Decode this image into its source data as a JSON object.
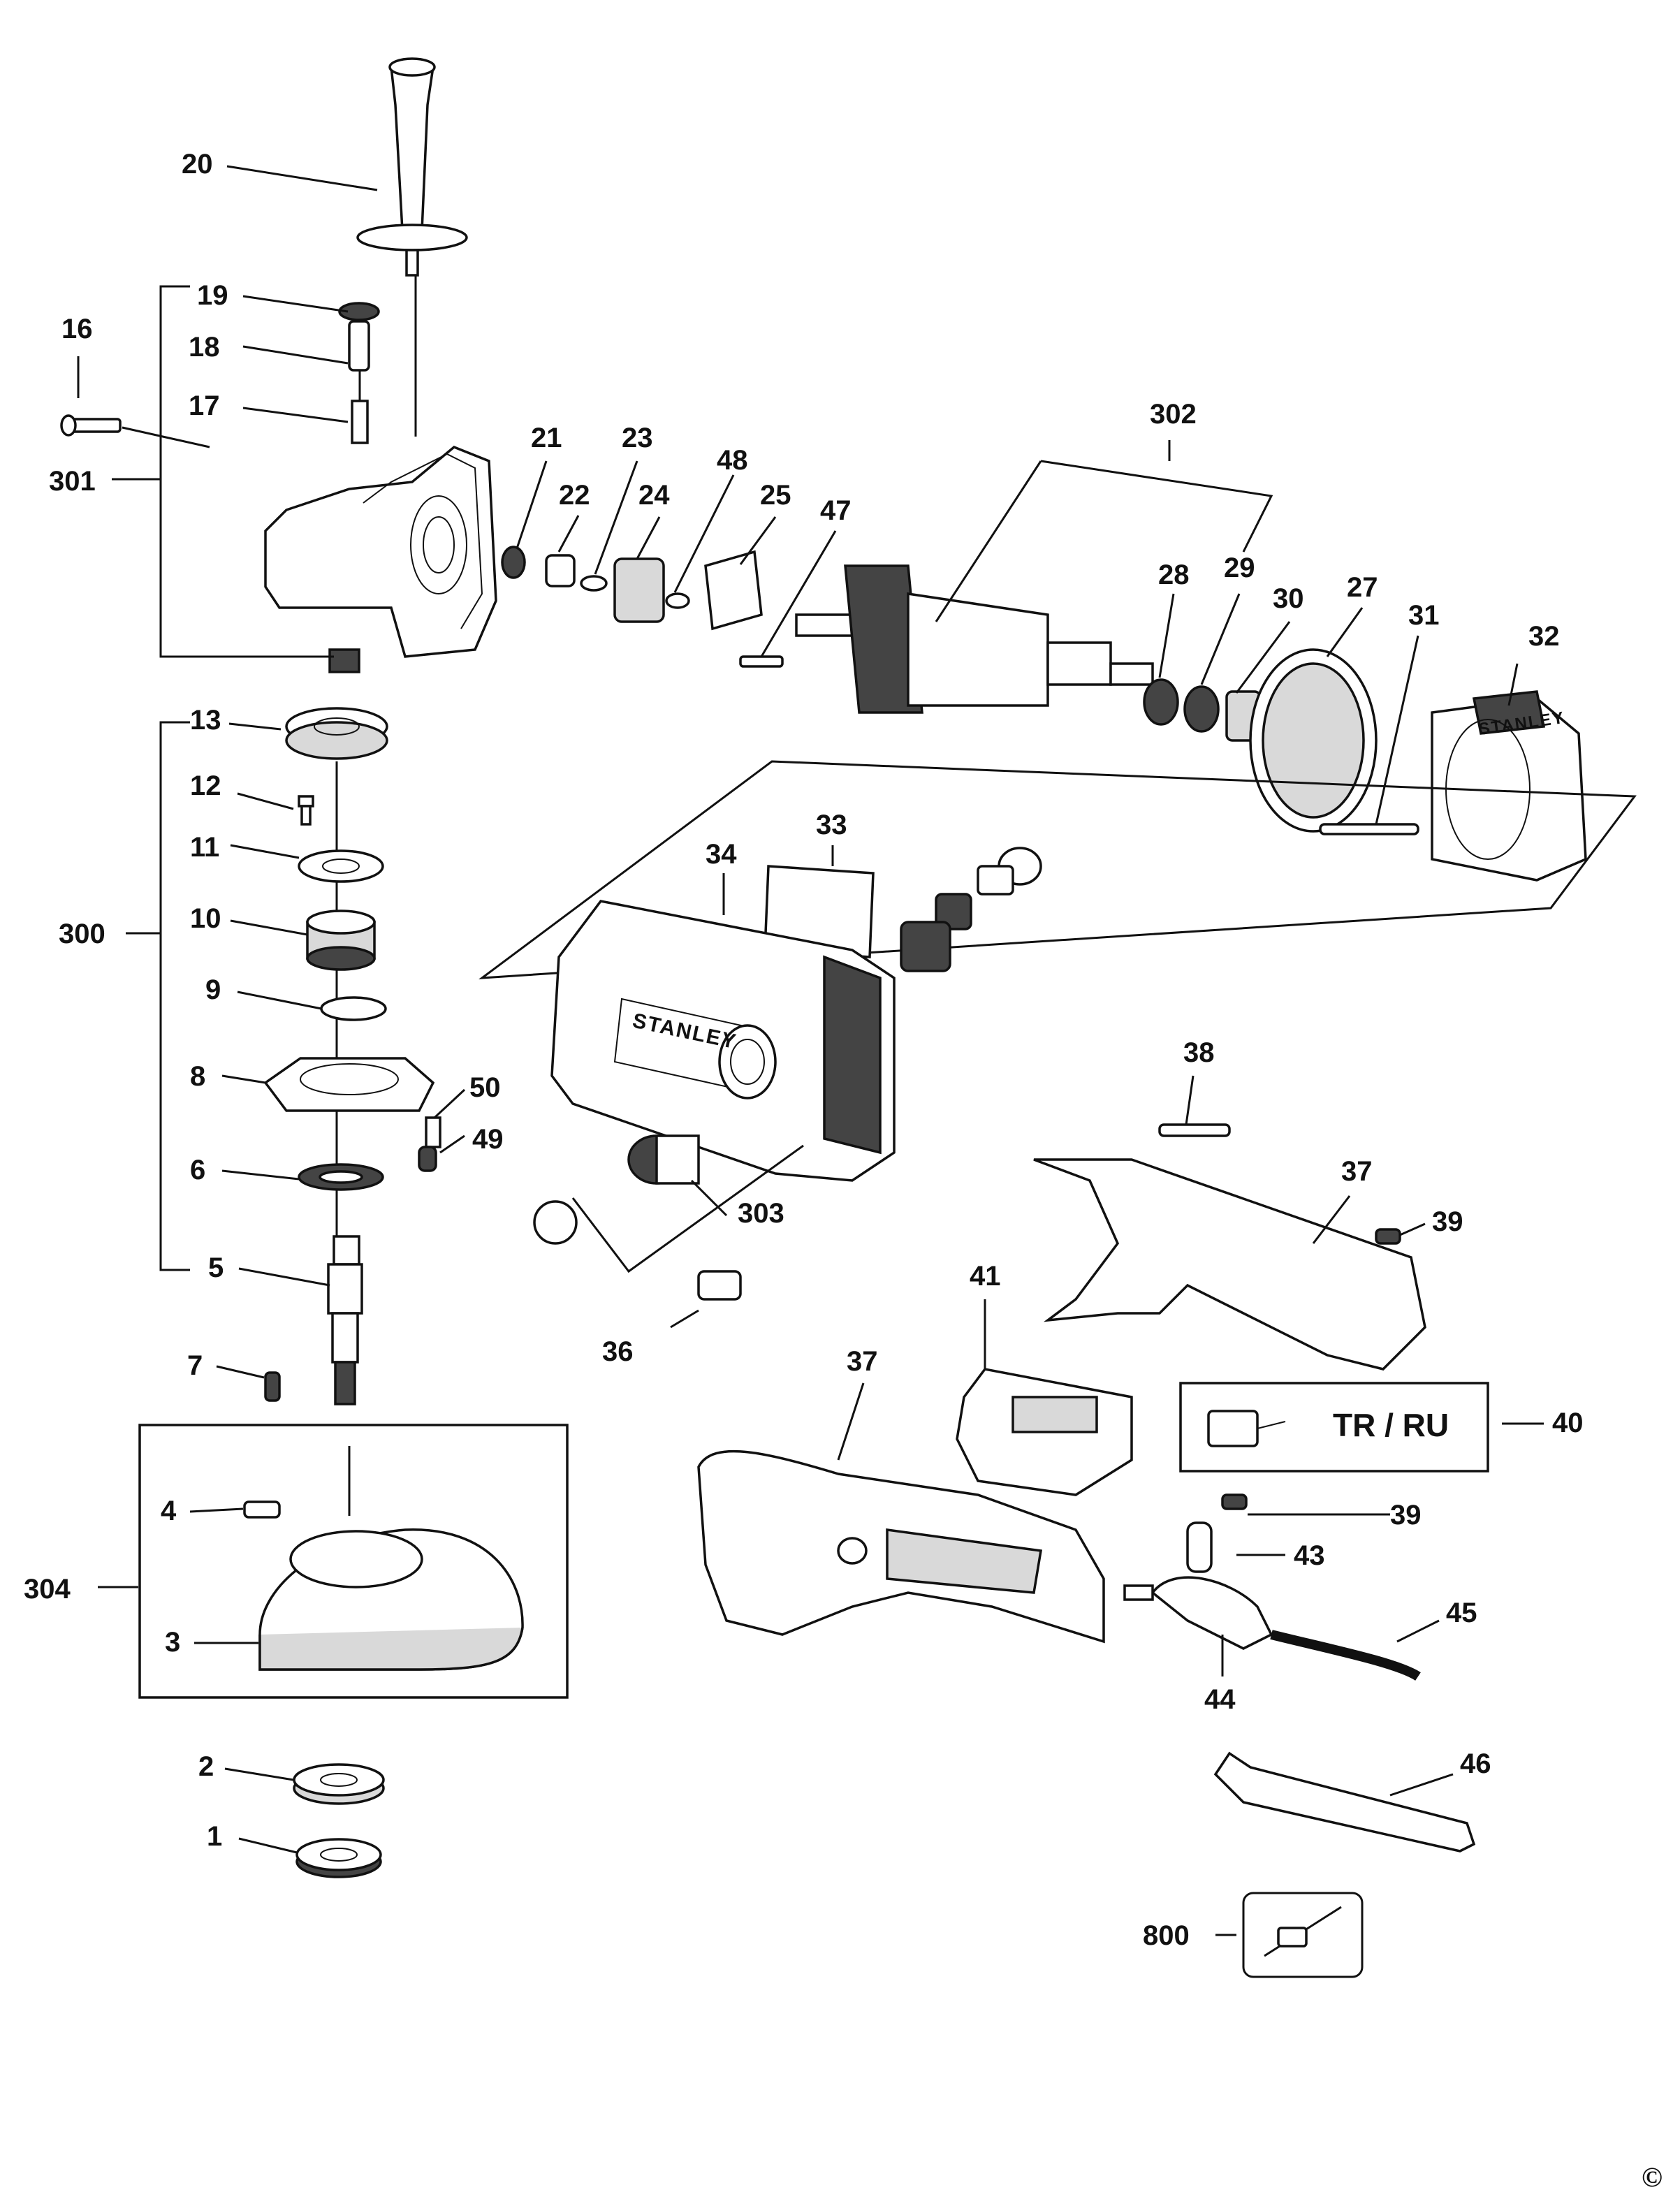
{
  "diagram": {
    "brand": "STANLEY",
    "region_box": "TR / RU",
    "copyright": "©",
    "labels": {
      "l1": "1",
      "l2": "2",
      "l3": "3",
      "l4": "4",
      "l5": "5",
      "l6": "6",
      "l7": "7",
      "l8": "8",
      "l9": "9",
      "l10": "10",
      "l11": "11",
      "l12": "12",
      "l13": "13",
      "l16": "16",
      "l17": "17",
      "l18": "18",
      "l19": "19",
      "l20": "20",
      "l21": "21",
      "l22": "22",
      "l23": "23",
      "l24": "24",
      "l25": "25",
      "l27": "27",
      "l28": "28",
      "l29": "29",
      "l30": "30",
      "l31": "31",
      "l32": "32",
      "l33": "33",
      "l34": "34",
      "l36": "36",
      "l37a": "37",
      "l37b": "37",
      "l38": "38",
      "l39a": "39",
      "l39b": "39",
      "l40": "40",
      "l41": "41",
      "l43": "43",
      "l44": "44",
      "l45": "45",
      "l46": "46",
      "l47": "47",
      "l48": "48",
      "l49": "49",
      "l50": "50",
      "l300": "300",
      "l301": "301",
      "l302": "302",
      "l303": "303",
      "l304": "304",
      "l800": "800"
    }
  }
}
